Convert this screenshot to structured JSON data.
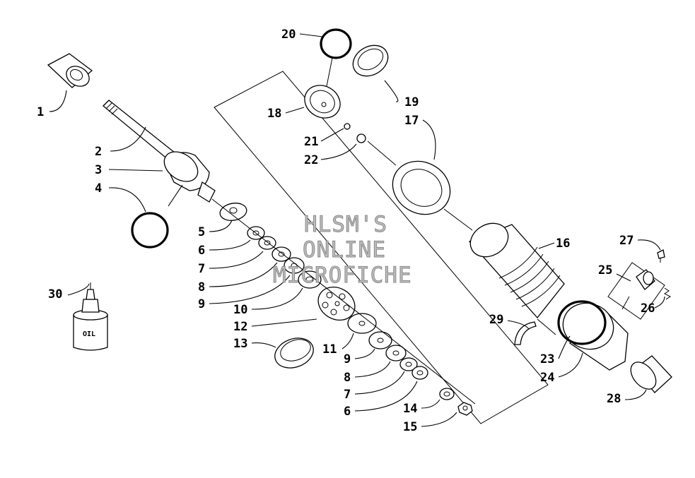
{
  "watermark": [
    "HLSM'S",
    "ONLINE",
    "MICROFICHE"
  ],
  "oil_label": "OIL",
  "callouts": [
    "1",
    "2",
    "3",
    "4",
    "5",
    "6",
    "7",
    "8",
    "9",
    "10",
    "11",
    "12",
    "13",
    "14",
    "15",
    "16",
    "17",
    "18",
    "19",
    "20",
    "21",
    "22",
    "23",
    "24",
    "25",
    "26",
    "27",
    "28",
    "29",
    "30",
    "9",
    "8",
    "7",
    "6"
  ]
}
